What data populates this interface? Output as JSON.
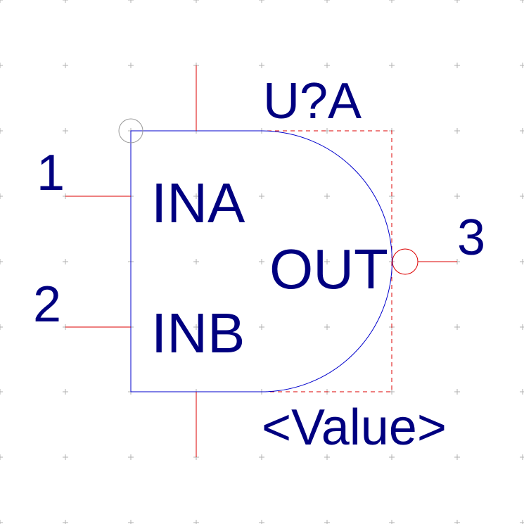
{
  "symbol": {
    "reference": "U?A",
    "value": "<Value>",
    "pins": [
      {
        "number": "1",
        "name": "INA"
      },
      {
        "number": "2",
        "name": "INB"
      },
      {
        "number": "3",
        "name": "OUT"
      }
    ]
  },
  "colors": {
    "body": "#0000cc",
    "pin": "#dd0000",
    "text": "#000080",
    "grid": "#b0b0b0",
    "outline_dashed": "#dd0000",
    "origin_marker": "#999999"
  }
}
